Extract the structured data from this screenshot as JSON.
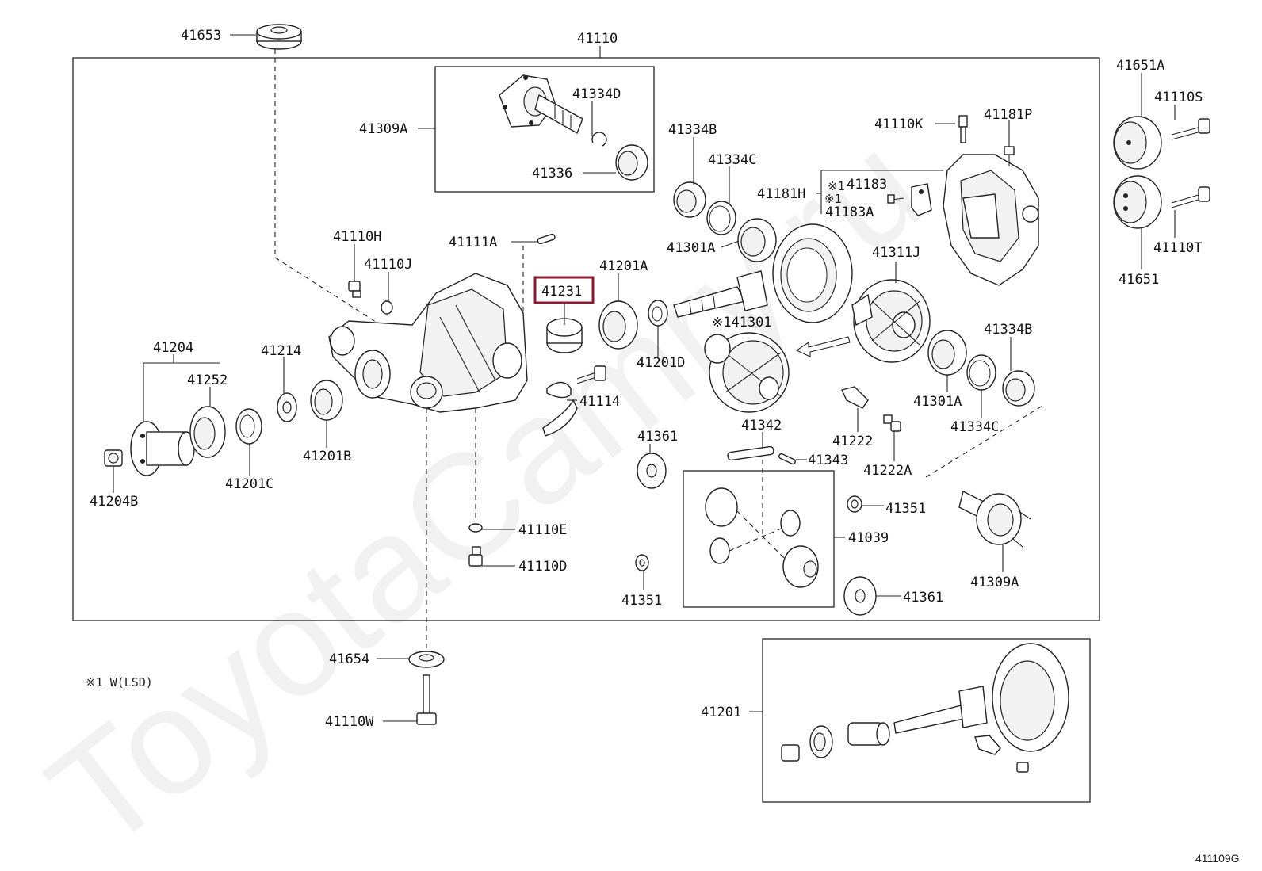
{
  "watermark": "ToyotaCamry.ru",
  "diagram_code": "411109G",
  "footnote": "※1 W(LSD)",
  "highlight_color": "#8b1a2f",
  "labels": {
    "p41653": "41653",
    "p41110": "41110",
    "p41651A": "41651A",
    "p41110S": "41110S",
    "p41309A_top": "41309A",
    "p41334D": "41334D",
    "p41336": "41336",
    "p41334B_top": "41334B",
    "p41334C_top": "41334C",
    "p41110K": "41110K",
    "p41181P": "41181P",
    "p41181H": "41181H",
    "p41183_mark": "※1",
    "p41183": "41183",
    "p41183A_mark": "※1",
    "p41183A": "41183A",
    "p41110T": "41110T",
    "p41651": "41651",
    "p41110H": "41110H",
    "p41110J": "41110J",
    "p41111A": "41111A",
    "p41231": "41231",
    "p41201A": "41201A",
    "p41301A_top": "41301A",
    "p41311J": "41311J",
    "p41301_mark": "※141301",
    "p41204": "41204",
    "p41214": "41214",
    "p41252": "41252",
    "p41114": "41114",
    "p41201D": "41201D",
    "p41334B_right": "41334B",
    "p41301A_right": "41301A",
    "p41334C_right": "41334C",
    "p41201B": "41201B",
    "p41201C": "41201C",
    "p41204B": "41204B",
    "p41361_left": "41361",
    "p41342": "41342",
    "p41343": "41343",
    "p41222": "41222",
    "p41222A": "41222A",
    "p41351_right": "41351",
    "p41039": "41039",
    "p41110E": "41110E",
    "p41110D": "41110D",
    "p41351_bottom": "41351",
    "p41361_right": "41361",
    "p41309A_right": "41309A",
    "p41654": "41654",
    "p41110W": "41110W",
    "p41201": "41201"
  }
}
